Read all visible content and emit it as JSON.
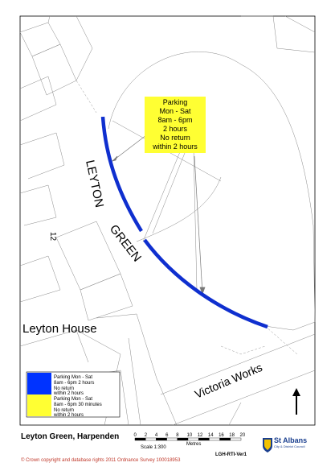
{
  "map": {
    "labels": {
      "road_1": "LEYTON",
      "road_2": "GREEN",
      "house": "Leyton House",
      "works": "Victoria Works",
      "number": "12"
    },
    "parking_note": [
      "Parking",
      "Mon - Sat",
      "8am - 6pm",
      "2 hours",
      "No return",
      "within 2 hours"
    ],
    "legend": [
      {
        "color": "#0033ff",
        "lines": [
          "Parking Mon - Sat",
          "8am - 6pm 2 hours",
          "No return",
          "within 2 hours"
        ]
      },
      {
        "color": "#ffff33",
        "lines": [
          "Parking Mon - Sat",
          "8am - 6pm 30 minutes",
          "No return",
          "within 2 hours"
        ]
      }
    ],
    "restriction_color": "#0f2fcf",
    "north_icon": "north-arrow-icon"
  },
  "footer": {
    "title": "Leyton Green, Harpenden",
    "scale": "Scale 1:300",
    "scale_units": "Metres",
    "scale_ticks": [
      "0",
      "2",
      "4",
      "6",
      "8",
      "10",
      "12",
      "14",
      "16",
      "18",
      "20"
    ],
    "reference": "LGH-RTI-Ver1",
    "copyright": "© Crown copyright and database rights 2011 Ordnance Survey 100018953",
    "council_name": "St Albans",
    "council_sub": "City & District Council"
  }
}
